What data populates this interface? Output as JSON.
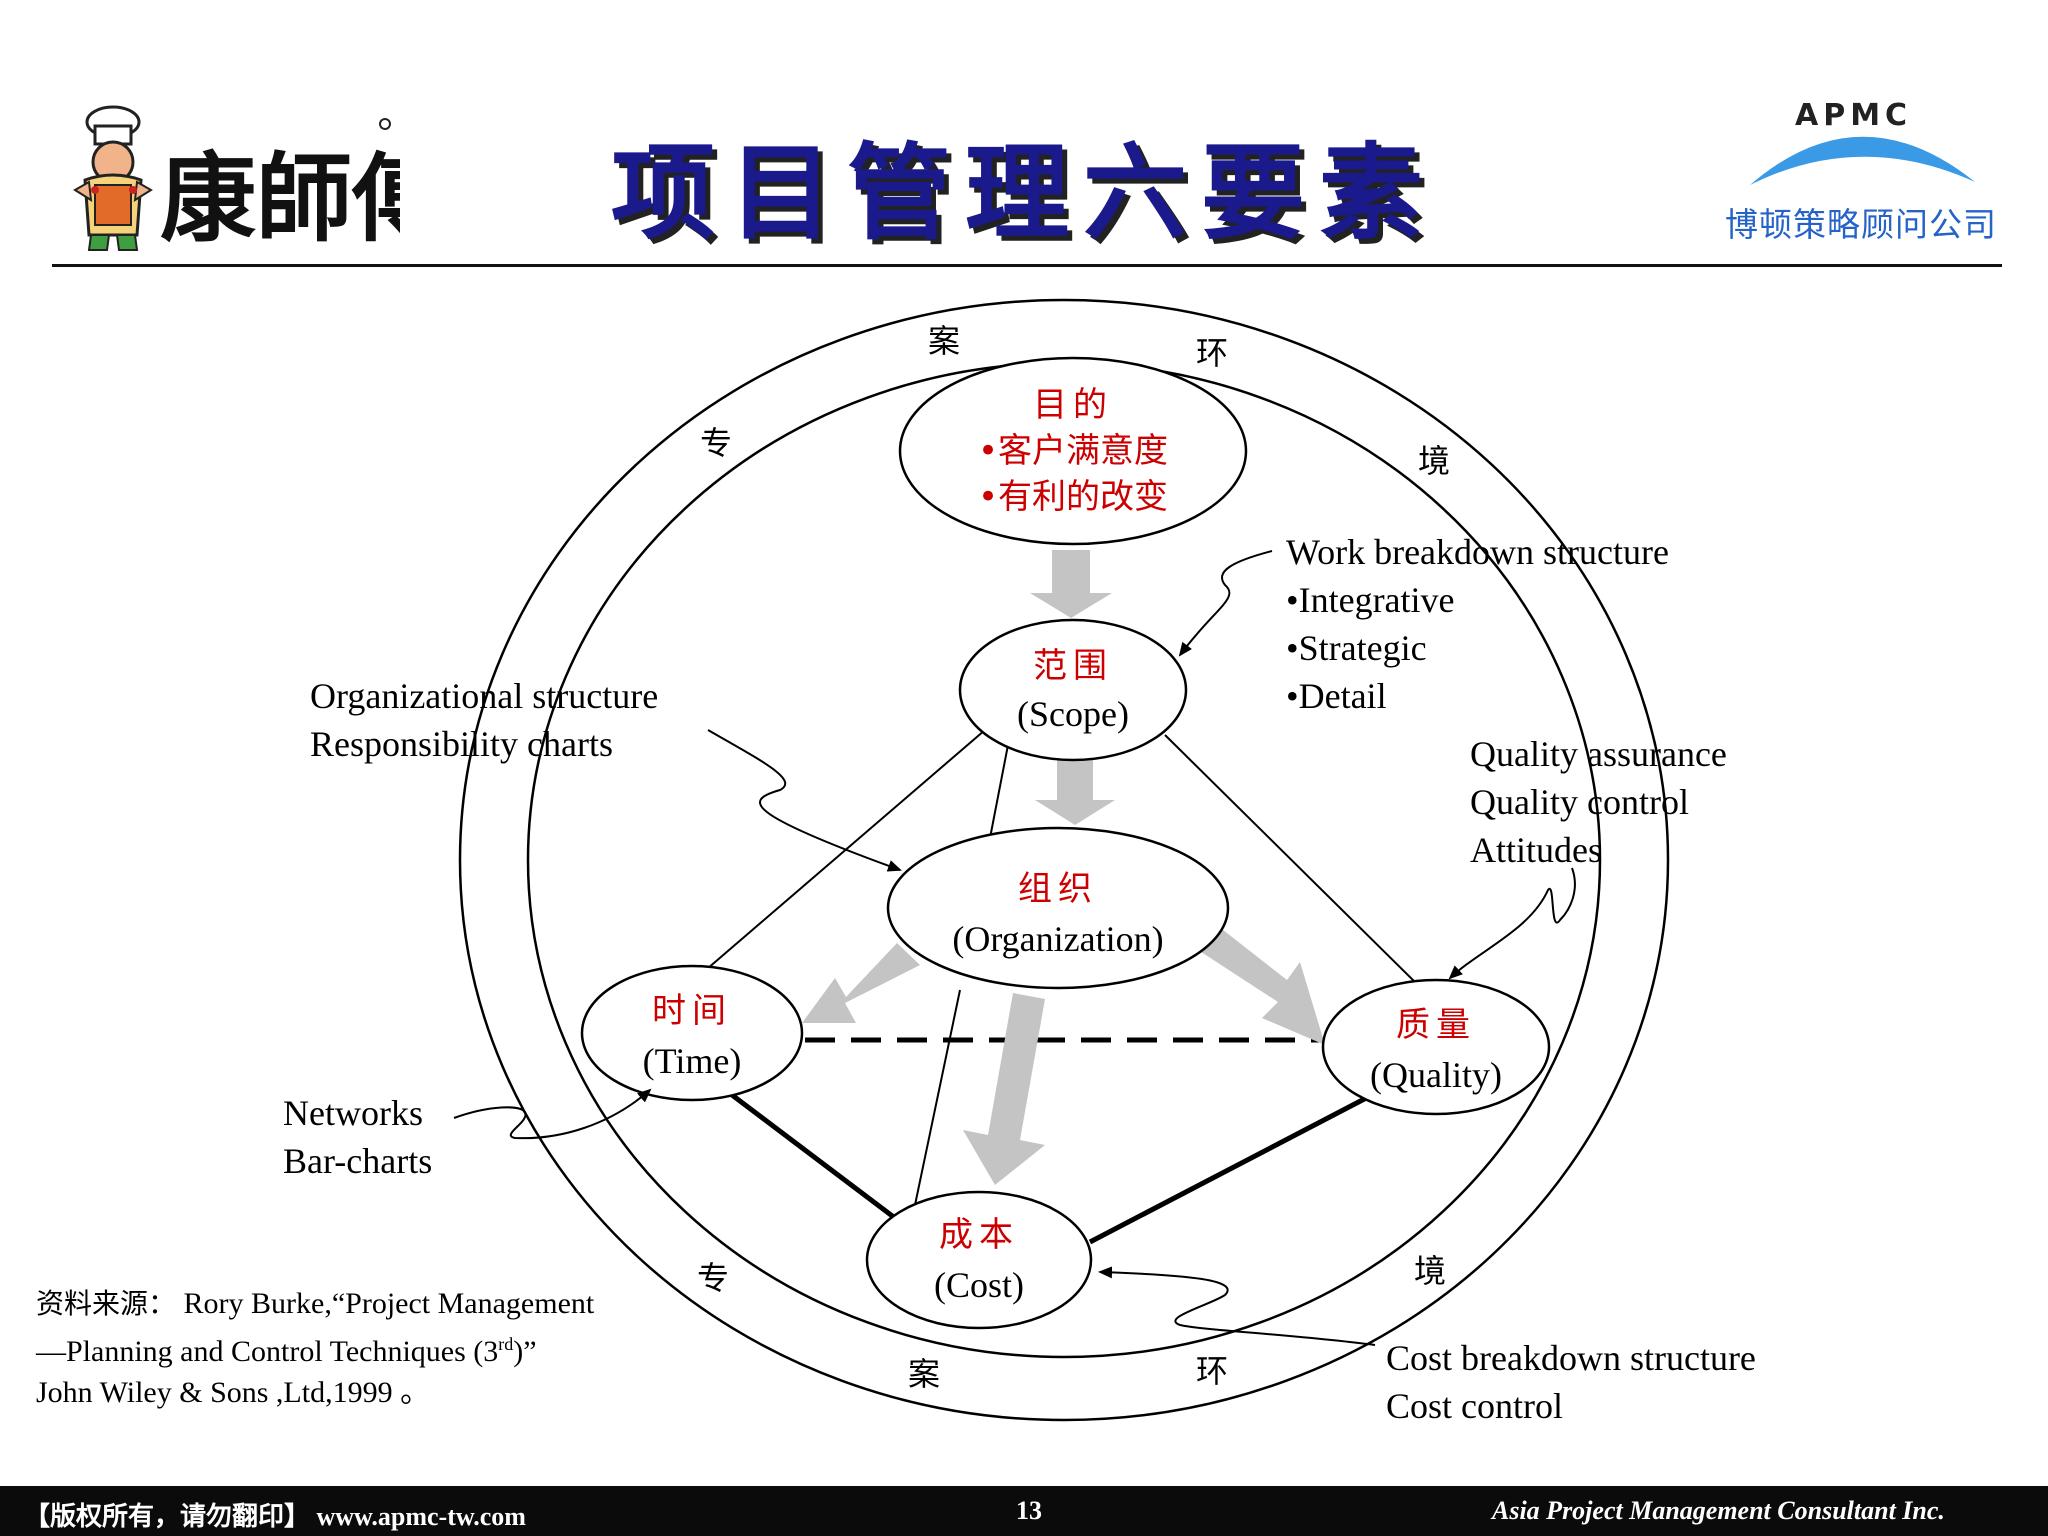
{
  "header": {
    "title": "项目管理六要素",
    "left_logo_text": "康師傅",
    "right_logo_name": "APMC",
    "right_logo_cn": "博顿策略顾问公司"
  },
  "ring": {
    "top_chars": [
      "案",
      "环"
    ],
    "left_top_char": "专",
    "right_top_char": "境",
    "left_bottom_char": "专",
    "right_bottom_char": "境",
    "bottom_chars": [
      "案",
      "环"
    ]
  },
  "nodes": {
    "goal": {
      "title": "目的",
      "line1": "•客户满意度",
      "line2": "•有利的改变"
    },
    "scope": {
      "cn": "范围",
      "en": "(Scope)"
    },
    "organization": {
      "cn": "组织",
      "en": "(Organization)"
    },
    "time": {
      "cn": "时间",
      "en": "(Time)"
    },
    "quality": {
      "cn": "质量",
      "en": "(Quality)"
    },
    "cost": {
      "cn": "成本",
      "en": "(Cost)"
    }
  },
  "notes": {
    "wbs": {
      "title": "Work breakdown structure",
      "items": [
        "•Integrative",
        "•Strategic",
        "•Detail"
      ]
    },
    "org": {
      "line1": "Organizational structure",
      "line2": "Responsibility charts"
    },
    "quality": {
      "line1": "Quality assurance",
      "line2": "Quality control",
      "line3": "Attitudes"
    },
    "networks": {
      "line1": "Networks",
      "line2": "Bar-charts"
    },
    "cost": {
      "line1": "Cost breakdown structure",
      "line2": "Cost control"
    }
  },
  "source": {
    "label": "资料来源：",
    "text1": "Rory Burke,“Project Management—Planning and Control Techniques (3",
    "sup": "rd",
    "text2": ")” John Wiley & Sons ,Ltd,1999 。"
  },
  "footer": {
    "left": "【版权所有，请勿翻印】 www.apmc-tw.com",
    "page": "13",
    "right": "Asia Project Management Consultant Inc."
  },
  "colors": {
    "title": "#1a1a8c",
    "node_label": "#cc0000",
    "arrow_fill": "#c4c4c4",
    "apmc_blue": "#2563c9"
  }
}
